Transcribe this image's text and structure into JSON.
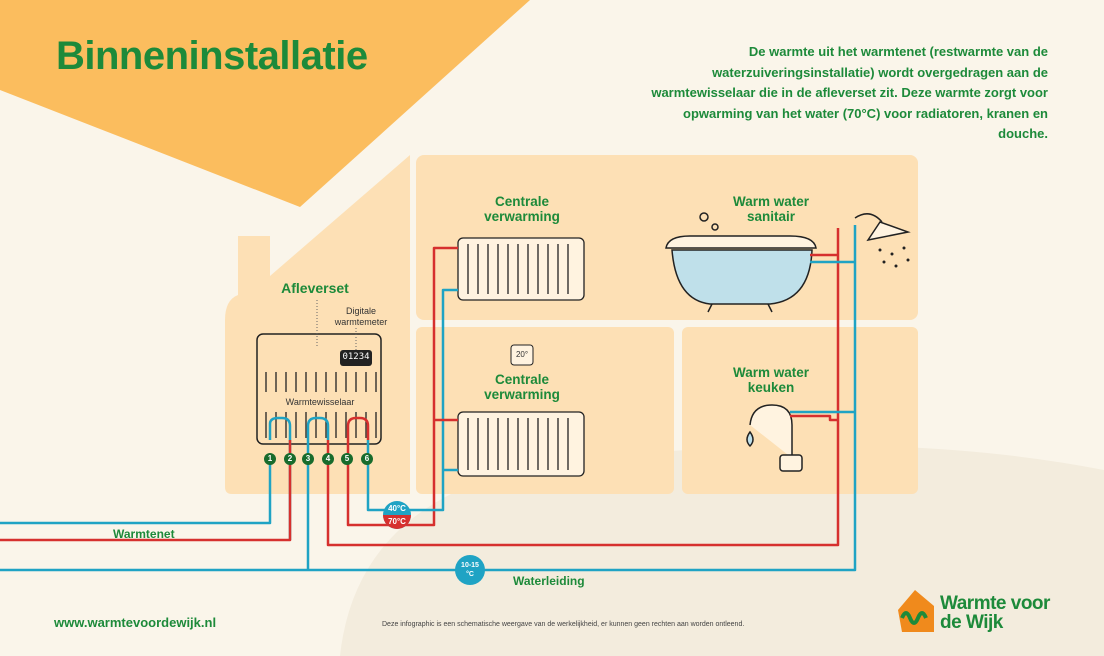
{
  "title": "Binneninstallatie",
  "intro": "De warmte uit het warmtenet (restwarmte van de waterzuiveringsinstallatie) wordt overgedragen aan de warmtewisselaar die in de afleverset zit. Deze warmte zorgt voor opwarming van het water (70°C) voor radiatoren, kranen en douche.",
  "afleverset": {
    "label": "Afleverset",
    "meter_label": "Digitale warmtemeter",
    "meter_value": "01234",
    "exchanger_label": "Warmtewisselaar",
    "connections": [
      "1",
      "2",
      "3",
      "4",
      "5",
      "6"
    ]
  },
  "rooms": {
    "cv_top": "Centrale verwarming",
    "cv_bottom": "Centrale verwarming",
    "sanitair": "Warm water sanitair",
    "keuken": "Warm water keuken",
    "thermostat": "20°"
  },
  "temps": {
    "return": "40°C",
    "supply": "70°C",
    "tap": "10-15 °C"
  },
  "pipes": {
    "heat_net": "Warmtenet",
    "water": "Waterleiding"
  },
  "colors": {
    "green": "#1d8a3a",
    "red": "#d6302e",
    "blue": "#1fa3c4",
    "orange": "#fbbd5e",
    "room": "#fde0b5"
  },
  "footer": {
    "url": "www.warmtevoordewijk.nl",
    "disclaimer": "Deze infographic is een schematische weergave van de werkelijkheid, er kunnen geen rechten aan worden ontleend.",
    "logo_text": "Warmte voor de Wijk"
  }
}
